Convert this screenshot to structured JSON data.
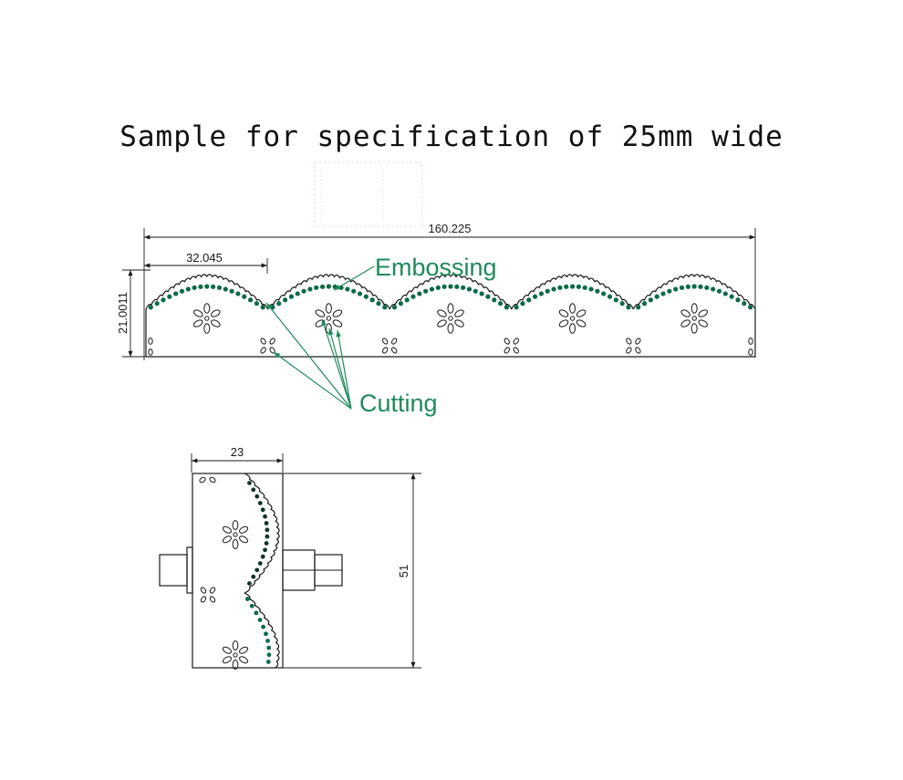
{
  "title": "Sample for specification of 25mm wide",
  "colors": {
    "ink": "#1a1a1a",
    "callout": "#1f8a5c",
    "emboss_dot": "#0c6a47",
    "emboss_dot_dark": "#14332a",
    "stamp": "#e8a0bb"
  },
  "strip": {
    "total_length_label": "160.225",
    "repeat_length_label": "32.045",
    "height_label": "21.0011",
    "scallop_count": 5
  },
  "callouts": {
    "embossing": "Embossing",
    "cutting": "Cutting"
  },
  "roller": {
    "width_label": "23",
    "height_label": "51"
  }
}
